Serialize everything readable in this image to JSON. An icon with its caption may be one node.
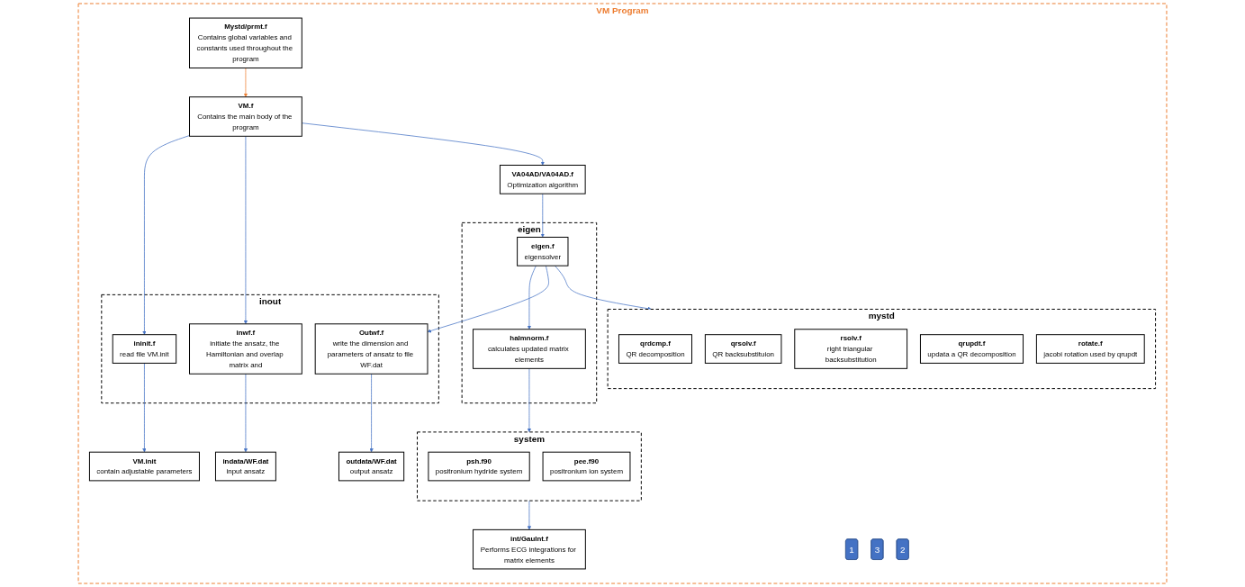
{
  "diagram": {
    "nodes": [
      {
        "text": [
          "VM Program"
        ]
      },
      {
        "text": [
          "Mystd/prmt.f",
          "Contains global variables and constants used throughout the program"
        ],
        "in": 0
      },
      {
        "text": [
          "VM.f",
          "Contains the main body of the program"
        ],
        "in": 0
      },
      {
        "text": [
          "1"
        ],
        "in": 0
      },
      {
        "text": [
          "3"
        ],
        "in": 0
      },
      {
        "text": [
          "inout"
        ],
        "in": 0
      },
      {
        "text": [
          "ininit.f",
          "read file VM.init"
        ],
        "in": 5
      },
      {
        "text": [
          "inwf.f",
          "initiate the ansatz, the Hamiltonian and overlap matrix and"
        ],
        "in": 5
      },
      {
        "text": [
          "Outwf.f",
          "write the dimension and parameters of ansatz to file WF.dat"
        ],
        "in": 5
      },
      {
        "text": [
          "2"
        ],
        "in": 0
      },
      {
        "text": [
          "VM.init",
          "contain adjustable parameters"
        ],
        "in": 0
      },
      {
        "text": [
          "indata/WF.dat",
          "input  ansatz"
        ],
        "in": 0
      },
      {
        "text": [
          "outdata/WF.dat",
          "output ansatz"
        ],
        "in": 0
      },
      {
        "text": [
          "VA04AD/VA04AD.f",
          "Optimization algorithm"
        ],
        "in": 0
      },
      {
        "text": [
          "eigen"
        ],
        "in": 0
      },
      {
        "text": [
          "eigen.f",
          "eigensolver"
        ],
        "in": 14
      },
      {
        "text": [
          "halmnorm.f",
          "calculates updated matrix elements"
        ],
        "in": 14
      },
      {
        "text": [
          "mystd"
        ],
        "in": 0
      },
      {
        "text": [
          "qrdcmp.f",
          "QR decomposition"
        ],
        "in": 17
      },
      {
        "text": [
          "qrsolv.f",
          "QR backsubstituion"
        ],
        "in": 17
      },
      {
        "text": [
          "rsolv.f",
          "right triangular backsubstitution"
        ],
        "in": 17
      },
      {
        "text": [
          "qrupdt.f",
          "updata a QR decomposition"
        ],
        "in": 17
      },
      {
        "text": [
          "rotate.f",
          "jacobi rotation used by qrupdt"
        ],
        "in": 17
      },
      {
        "text": [
          "system"
        ],
        "in": 0
      },
      {
        "text": [
          "psh.f90",
          "positronium hydride system"
        ],
        "in": 23
      },
      {
        "text": [
          "pee.f90",
          "positronium ion system"
        ],
        "in": 23
      },
      {
        "text": [
          "int/GauInt.f",
          "Performs ECG integrations for matrix elements"
        ],
        "in": 0
      }
    ],
    "edges": [
      {
        "from": 1,
        "to": 2,
        "arrow": "to",
        "color": "#ed7d31"
      },
      {
        "from": 2,
        "to": 6,
        "arrow": "to"
      },
      {
        "from": 2,
        "to": 7,
        "arrow": "to"
      },
      {
        "from": 2,
        "to": 13,
        "arrow": "to"
      },
      {
        "from": 6,
        "to": 10,
        "arrow": "to"
      },
      {
        "from": 7,
        "to": 11,
        "arrow": "to"
      },
      {
        "from": 8,
        "to": 12,
        "arrow": "to"
      },
      {
        "from": 13,
        "to": 15,
        "arrow": "to"
      },
      {
        "from": 15,
        "to": 16,
        "arrow": "to"
      },
      {
        "from": 15,
        "to": 8,
        "arrow": "to"
      },
      {
        "from": 15,
        "to": 17,
        "arrow": "to"
      },
      {
        "from": 16,
        "to": 23,
        "arrow": "to"
      },
      {
        "from": 23,
        "to": 26,
        "arrow": "to"
      }
    ]
  }
}
